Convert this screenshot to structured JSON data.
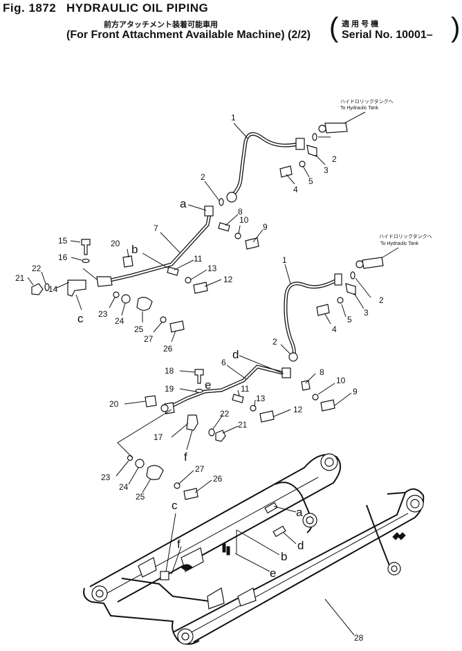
{
  "header": {
    "fig_number": "Fig. 1872",
    "title": "HYDRAULIC OIL PIPING",
    "subtitle_jp": "前方アタッチメント装着可能車用",
    "subtitle_en": "(For Front Attachment Available Machine) (2/2)",
    "serial_label_jp": "適 用 号 機",
    "serial_text": "Serial No. 10001–"
  },
  "notes": {
    "tank_jp_upper": "ハイドロリックタンクへ",
    "tank_en_upper": "To Hydraulic Tank",
    "tank_jp_lower": "ハイドロリックタンクへ",
    "tank_en_lower": "To Hydraulic Tank"
  },
  "callouts": {
    "upper": {
      "p1": "1",
      "p2a": "2",
      "p2b": "2",
      "p3": "3",
      "p4": "4",
      "p5": "5",
      "p7": "7",
      "p8": "8",
      "p9": "9",
      "p10": "10",
      "p11": "11",
      "p12": "12",
      "p13": "13",
      "p14": "14",
      "p15": "15",
      "p16": "16",
      "p20": "20",
      "p21": "21",
      "p22": "22",
      "p23": "23",
      "p24": "24",
      "p25": "25",
      "p26": "26",
      "p27": "27"
    },
    "lower": {
      "p1": "1",
      "p2a": "2",
      "p2b": "2",
      "p3": "3",
      "p4": "4",
      "p5": "5",
      "p6": "6",
      "p8": "8",
      "p9": "9",
      "p10": "10",
      "p11": "11",
      "p12": "12",
      "p13": "13",
      "p17": "17",
      "p18": "18",
      "p19": "19",
      "p20": "20",
      "p21": "21",
      "p22": "22",
      "p23": "23",
      "p24": "24",
      "p25": "25",
      "p26": "26",
      "p27": "27"
    },
    "boom": {
      "p28": "28"
    }
  },
  "letters": {
    "a": "a",
    "b": "b",
    "c": "c",
    "d": "d",
    "e": "e",
    "f": "f",
    "boom_a": "a",
    "boom_b": "b",
    "boom_c": "c",
    "boom_d": "d",
    "boom_e": "e",
    "boom_f": "f"
  }
}
